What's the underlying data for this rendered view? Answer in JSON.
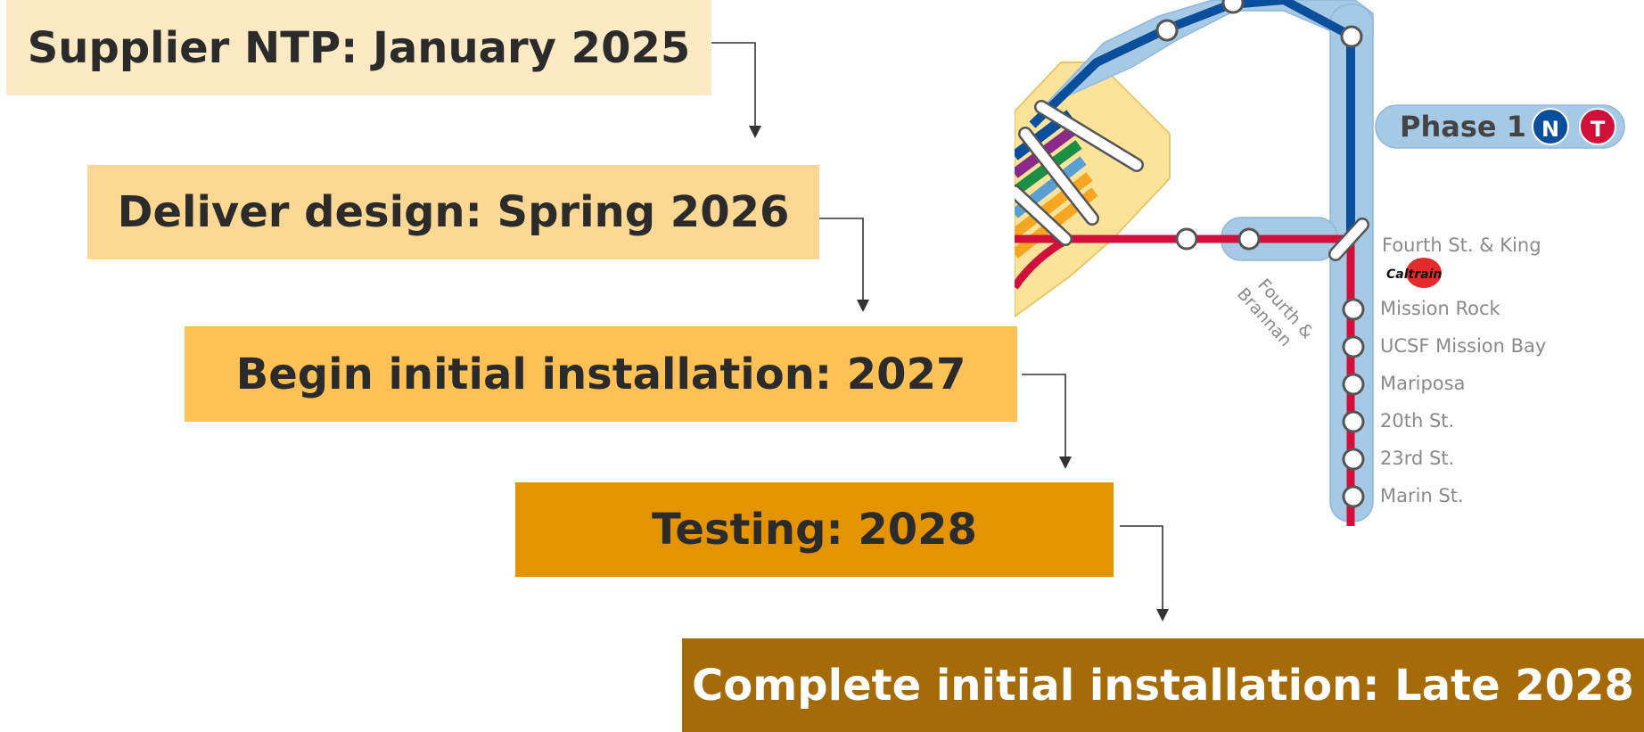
{
  "timeline": {
    "steps": [
      {
        "label": "Supplier NTP: January 2025"
      },
      {
        "label": "Deliver design: Spring 2026"
      },
      {
        "label": "Begin initial installation: 2027"
      },
      {
        "label": "Testing: 2028"
      },
      {
        "label": "Complete initial installation: Late 2028"
      }
    ]
  },
  "map": {
    "phase_label": "Phase 1",
    "route_badges": [
      {
        "letter": "N",
        "color": "#0b4f9c"
      },
      {
        "letter": "T",
        "color": "#d0103a"
      }
    ],
    "caltrain_logo_text": "Caltrain",
    "side_label": [
      "Fourth &",
      "Brannan"
    ],
    "stations": [
      "Fourth St. & King",
      "Mission Rock",
      "UCSF Mission Bay",
      "Mariposa",
      "20th St.",
      "23rd St.",
      "Marin St."
    ],
    "colors": {
      "n_line": "#0b4f9c",
      "t_line": "#d0103a",
      "subway_band": "#a6c9e6",
      "muni_band": "#fbe49a"
    }
  }
}
